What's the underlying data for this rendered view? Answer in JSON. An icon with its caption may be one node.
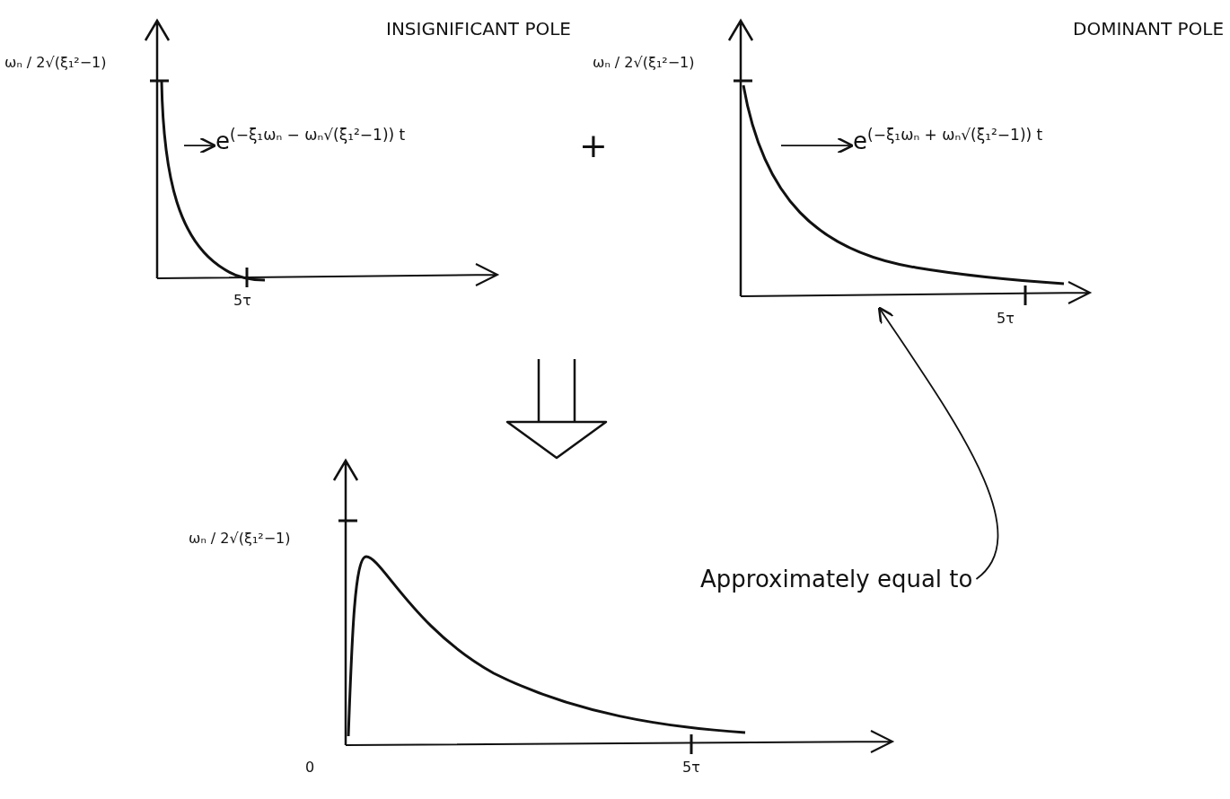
{
  "diagram": {
    "nodes": [
      {
        "text": [],
        "shape": "picture",
        "beside": [
          "ωₙ / 2√(ξ₁²−1)",
          "5τ"
        ]
      },
      {
        "text": [
          "e$^{(−ξ₁ωₙ − ωₙ√(ξ₁²−1)) t}$"
        ],
        "in": 0
      },
      {
        "text": [],
        "shape": "picture",
        "beside": [
          "ωₙ / 2√(ξ₁²−1)",
          "5τ"
        ]
      },
      {
        "text": [
          "e$^{(−ξ₁ωₙ + ωₙ√(ξ₁²−1)) t}$"
        ],
        "in": 2
      },
      {
        "text": [],
        "shape": "picture",
        "beside": [
          "ωₙ / 2√(ξ₁²−1)",
          "0",
          "5τ"
        ]
      },
      {
        "text": [
          "Approximately equal to"
        ]
      }
    ],
    "edges": [
      {
        "from": 0,
        "to": 1,
        "arrow": "to"
      },
      {
        "from": 2,
        "to": 3,
        "arrow": "to"
      },
      {
        "from": null,
        "to": 4,
        "arrow": "to"
      },
      {
        "from": 5,
        "to": 2,
        "arrow": "to"
      }
    ],
    "labels": [
      "INSIGNIFICANT POLE",
      "+",
      "DOMINANT POLE"
    ]
  }
}
